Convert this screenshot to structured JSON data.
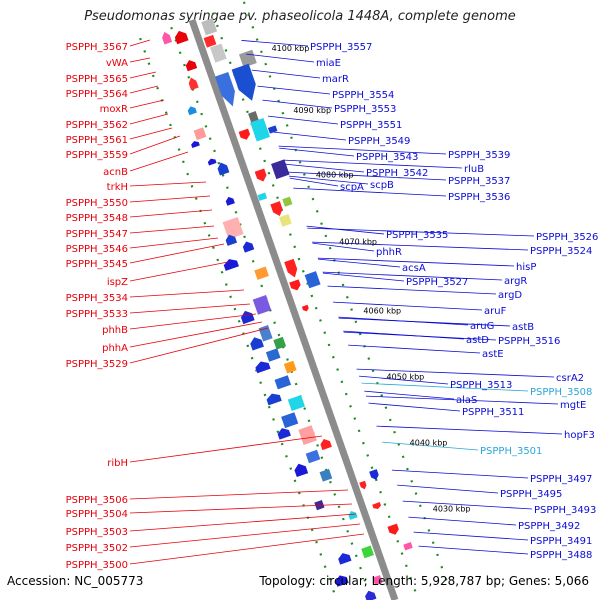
{
  "title": "Pseudomonas syringae pv. phaseolicola 1448A, complete genome",
  "footer": {
    "accession": "Accession: NC_005773",
    "summary": "Topology: circular; Length: 5,928,787 bp; Genes: 5,066"
  },
  "colors": {
    "reverse_label": "#e8000b",
    "forward_label": "#0b0bd6",
    "highlight_label": "#2aa7d8",
    "backbone": "#8c8c8c",
    "tick": "#1e8a1e"
  },
  "kbp_markers": [
    "4100 kbp",
    "4090 kbp",
    "4080 kbp",
    "4070 kbp",
    "4060 kbp",
    "4050 kbp",
    "4040 kbp",
    "4030 kbp"
  ],
  "left_labels": [
    "PSPPH_3567",
    "vWA",
    "PSPPH_3565",
    "PSPPH_3564",
    "moxR",
    "PSPPH_3562",
    "PSPPH_3561",
    "PSPPH_3559",
    "acnB",
    "trkH",
    "PSPPH_3550",
    "PSPPH_3548",
    "PSPPH_3547",
    "PSPPH_3546",
    "PSPPH_3545",
    "ispZ",
    "PSPPH_3534",
    "PSPPH_3533",
    "phhB",
    "phhA",
    "PSPPH_3529",
    "ribH",
    "PSPPH_3506",
    "PSPPH_3504",
    "PSPPH_3503",
    "PSPPH_3502",
    "PSPPH_3500"
  ],
  "right_labels": [
    "PSPPH_3557",
    "miaE",
    "marR",
    "PSPPH_3554",
    "PSPPH_3553",
    "PSPPH_3551",
    "PSPPH_3549",
    "PSPPH_3543",
    "PSPPH_3539",
    "rluB",
    "PSPPH_3542",
    "scpB",
    "PSPPH_3537",
    "scpA",
    "PSPPH_3536",
    "PSPPH_3535",
    "PSPPH_3526",
    "PSPPH_3524",
    "phhR",
    "hisP",
    "acsA",
    "argR",
    "PSPPH_3527",
    "argD",
    "aruF",
    "astB",
    "aruG",
    "astD",
    "PSPPH_3516",
    "astE",
    "csrA2",
    "PSPPH_3513",
    "PSPPH_3508",
    "alaS",
    "mgtE",
    "PSPPH_3511",
    "hopF3",
    "PSPPH_3501",
    "PSPPH_3497",
    "PSPPH_3495",
    "PSPPH_3493",
    "PSPPH_3492",
    "PSPPH_3491",
    "PSPPH_3488"
  ],
  "highlighted_labels": [
    "PSPPH_3508",
    "PSPPH_3501"
  ]
}
